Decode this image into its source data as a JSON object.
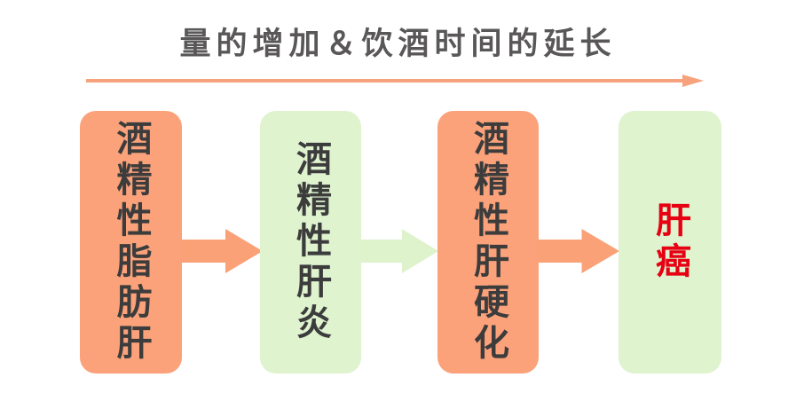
{
  "title": {
    "text": "量的增加＆饮酒时间的延长"
  },
  "timeline_arrow": {
    "icon": "arrow-right-line",
    "direction": "right"
  },
  "colors": {
    "stage_orange": "#FBA27B",
    "stage_green": "#DFF3CF",
    "arrow_orange": "#FAA178",
    "arrow_green": "#DEF2CC",
    "timeline_arrow_orange": "#F6A37D",
    "title_text": "#595757",
    "stage_text": "#3C3C3C",
    "cancer_text": "#E60012"
  },
  "stages": [
    {
      "label": "酒精性脂肪肝",
      "fill": "#FBA27B",
      "text_color": "#3C3C3C"
    },
    {
      "label": "酒精性肝炎",
      "fill": "#DFF3CF",
      "text_color": "#3C3C3C"
    },
    {
      "label": "酒精性肝硬化",
      "fill": "#FBA27B",
      "text_color": "#3C3C3C"
    },
    {
      "label": "肝癌",
      "fill": "#DFF3CF",
      "text_color": "#E60012"
    }
  ],
  "connectors": [
    {
      "icon": "block-arrow-right",
      "color": "#FAA178"
    },
    {
      "icon": "block-arrow-right",
      "color": "#DEF2CC"
    },
    {
      "icon": "block-arrow-right",
      "color": "#FAA178"
    }
  ]
}
